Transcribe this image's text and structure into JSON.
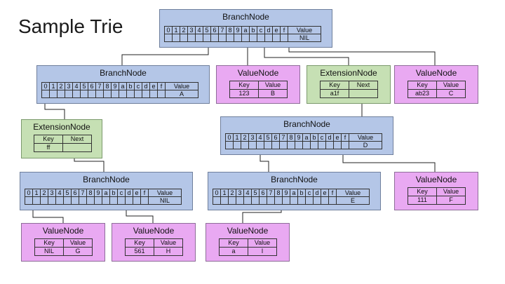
{
  "title": "Sample Trie",
  "branch_slots": [
    "0",
    "1",
    "2",
    "3",
    "4",
    "5",
    "6",
    "7",
    "8",
    "9",
    "a",
    "b",
    "c",
    "d",
    "e",
    "f"
  ],
  "value_header": "Value",
  "kv_headers": {
    "key": "Key",
    "value": "Value",
    "next": "Next"
  },
  "labels": {
    "branch": "BranchNode",
    "value": "ValueNode",
    "extension": "ExtensionNode"
  },
  "nodes": {
    "root": {
      "value": "NIL"
    },
    "b1": {
      "value": "A"
    },
    "vn_123": {
      "key": "123",
      "value": "B"
    },
    "ext_a1f": {
      "key": "a1f"
    },
    "vn_ab23": {
      "key": "ab23",
      "value": "C"
    },
    "ext_ff": {
      "key": "ff"
    },
    "b2": {
      "value": "D"
    },
    "b3": {
      "value": "NIL"
    },
    "b4": {
      "value": "E"
    },
    "vn_111": {
      "key": "111",
      "value": "F"
    },
    "vn_nil": {
      "key": "NIL",
      "value": "G"
    },
    "vn_561": {
      "key": "561",
      "value": "H"
    },
    "vn_a": {
      "key": "a",
      "value": "I"
    }
  }
}
